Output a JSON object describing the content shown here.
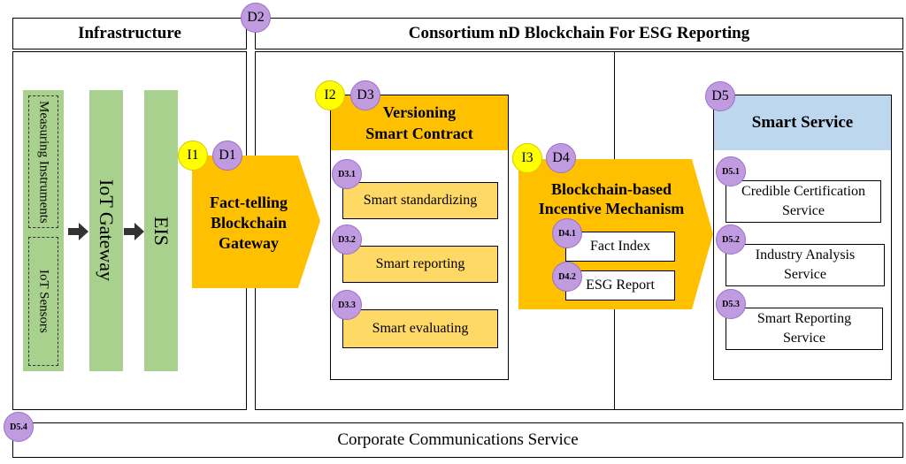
{
  "headers": {
    "infrastructure": "Infrastructure",
    "consortium": "Consortium nD Blockchain For ESG Reporting"
  },
  "infrastructure": {
    "measuring": "Measuring Instruments",
    "sensors": "IoT Sensors",
    "gateway": "IoT Gateway",
    "eis": "EIS"
  },
  "gateway": {
    "title_line1": "Fact-telling",
    "title_line2": "Blockchain",
    "title_line3": "Gateway"
  },
  "contract": {
    "title_line1": "Versioning",
    "title_line2": "Smart Contract",
    "items": [
      "Smart standardizing",
      "Smart reporting",
      "Smart evaluating"
    ]
  },
  "incentive": {
    "title_line1": "Blockchain-based",
    "title_line2": "Incentive Mechanism",
    "items": [
      "Fact Index",
      "ESG Report"
    ]
  },
  "service": {
    "title": "Smart Service",
    "items": [
      {
        "line1": "Credible Certification",
        "line2": "Service"
      },
      {
        "line1": "Industry Analysis",
        "line2": "Service"
      },
      {
        "line1": "Smart Reporting",
        "line2": "Service"
      }
    ]
  },
  "footer": {
    "label": "Corporate Communications Service"
  },
  "badges": {
    "d1": "D1",
    "d2": "D2",
    "d3": "D3",
    "d4": "D4",
    "d5": "D5",
    "i1": "I1",
    "i2": "I2",
    "i3": "I3",
    "d31": "D3.1",
    "d32": "D3.2",
    "d33": "D3.3",
    "d41": "D4.1",
    "d42": "D4.2",
    "d51": "D5.1",
    "d52": "D5.2",
    "d53": "D5.3",
    "d54": "D5.4"
  },
  "colors": {
    "green": "#a9d18e",
    "orange": "#ffc000",
    "light_yellow": "#ffd966",
    "light_blue": "#bdd7ee",
    "purple": "#c09be0",
    "yellow": "#ffff00"
  }
}
